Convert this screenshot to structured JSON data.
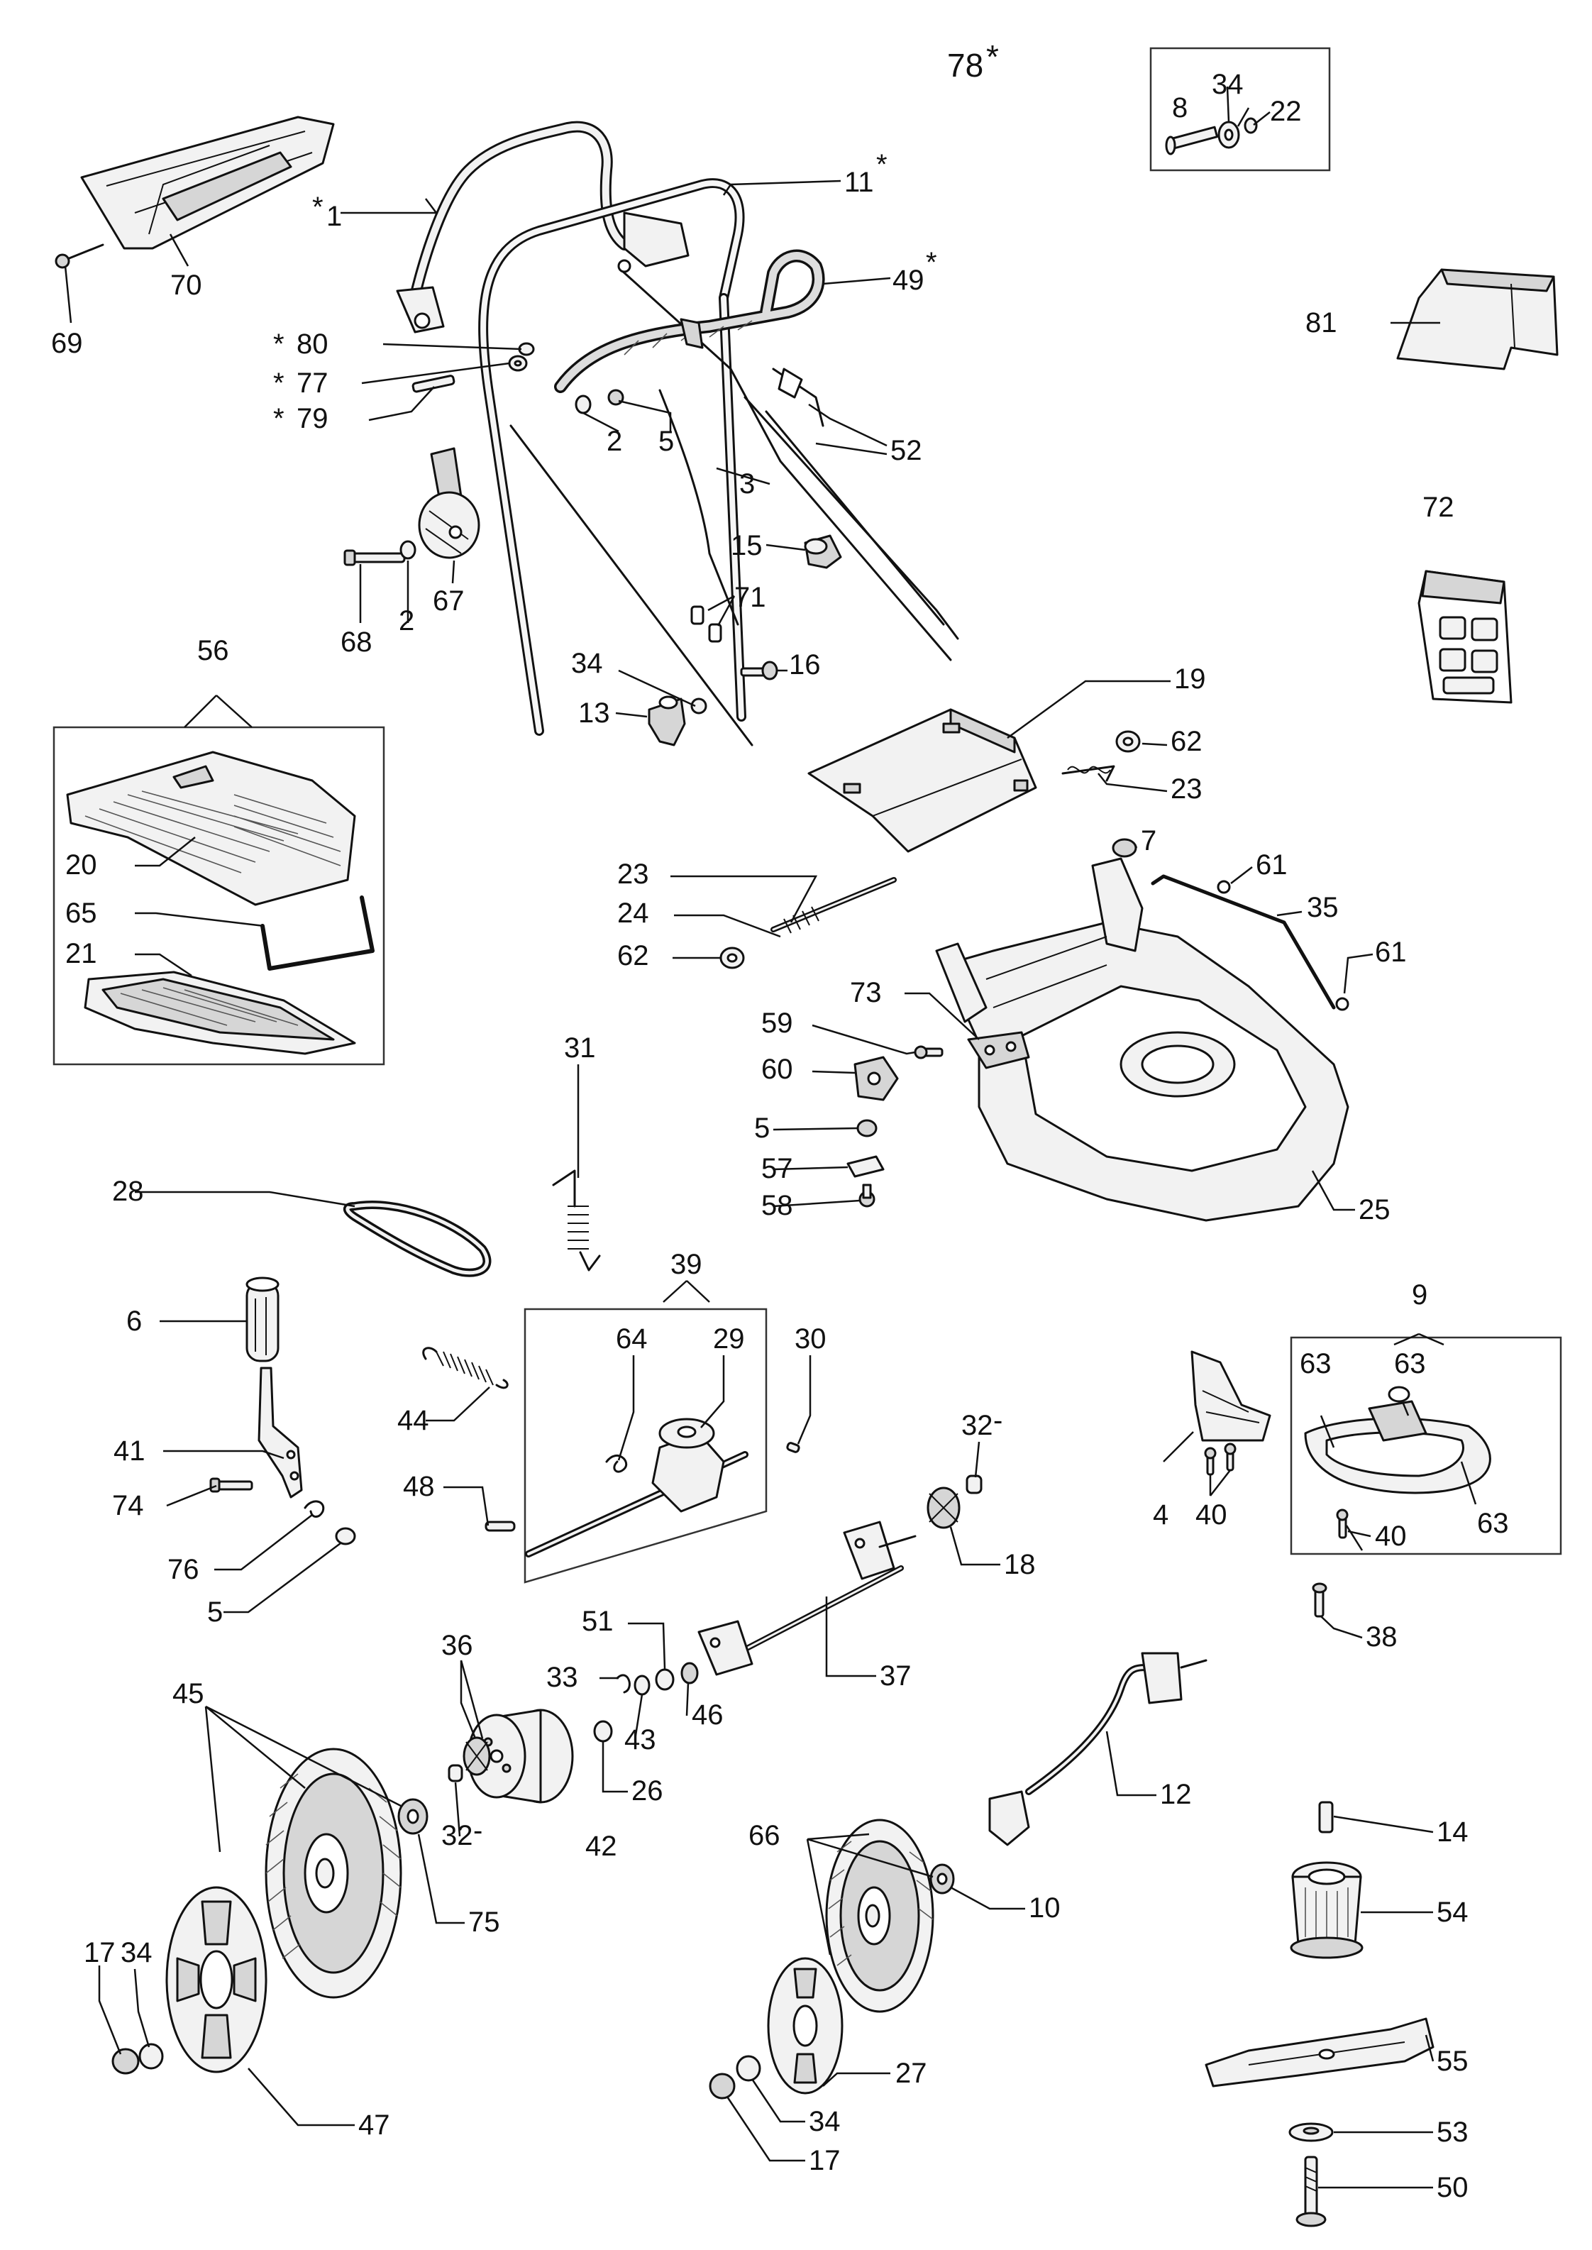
{
  "diagram": {
    "header_mark": "78",
    "asterisk": "*",
    "callouts": {
      "c1": "1",
      "c2a": "2",
      "c2b": "2",
      "c3": "3",
      "c4": "4",
      "c5a": "5",
      "c5b": "5",
      "c5c": "5",
      "c6": "6",
      "c7": "7",
      "c8": "8",
      "c9": "9",
      "c10": "10",
      "c11": "11",
      "c12": "12",
      "c13": "13",
      "c14": "14",
      "c15": "15",
      "c16": "16",
      "c17a": "17",
      "c17b": "17",
      "c18": "18",
      "c19": "19",
      "c20": "20",
      "c21": "21",
      "c22": "22",
      "c23a": "23",
      "c23b": "23",
      "c24": "24",
      "c25": "25",
      "c26": "26",
      "c27": "27",
      "c28": "28",
      "c29": "29",
      "c30": "30",
      "c31": "31",
      "c32a": "32",
      "c32b": "32",
      "c33": "33",
      "c34a": "34",
      "c34b": "34",
      "c34c": "34",
      "c34d": "34",
      "c35": "35",
      "c36": "36",
      "c37": "37",
      "c38": "38",
      "c39": "39",
      "c40a": "40",
      "c40b": "40",
      "c41": "41",
      "c42": "42",
      "c43": "43",
      "c44": "44",
      "c45": "45",
      "c46": "46",
      "c47": "47",
      "c48": "48",
      "c49": "49",
      "c50": "50",
      "c51": "51",
      "c52": "52",
      "c53": "53",
      "c54": "54",
      "c55": "55",
      "c56": "56",
      "c57": "57",
      "c58": "58",
      "c59": "59",
      "c60": "60",
      "c61a": "61",
      "c61b": "61",
      "c62a": "62",
      "c62b": "62",
      "c63a": "63",
      "c63b": "63",
      "c63c": "63",
      "c64": "64",
      "c65": "65",
      "c66": "66",
      "c67": "67",
      "c68": "68",
      "c69": "69",
      "c70": "70",
      "c71": "71",
      "c72": "72",
      "c73": "73",
      "c74": "74",
      "c75": "75",
      "c76": "76",
      "c77": "77",
      "c79": "79",
      "c80": "80",
      "c81": "81"
    }
  }
}
